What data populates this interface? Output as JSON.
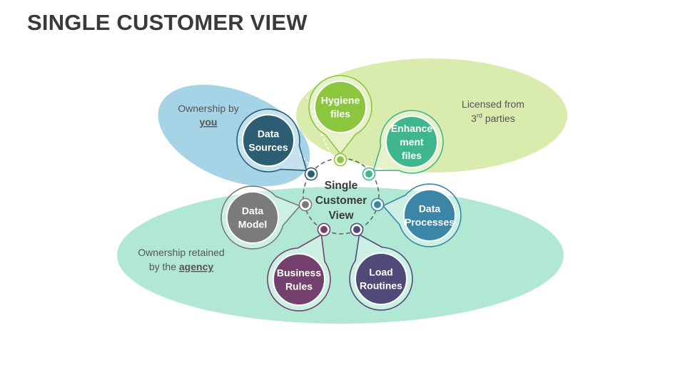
{
  "title": "SINGLE CUSTOMER VIEW",
  "center": [
    "Single",
    "Customer",
    "View"
  ],
  "regions": {
    "you": {
      "line1": "Ownership by",
      "line2": "you"
    },
    "licensed": {
      "line1": "Licensed from",
      "line2_num": "3",
      "line2_sup": "rd",
      "line2_rest": " parties"
    },
    "agency": {
      "line1": "Ownership retained",
      "line2_pre": "by the ",
      "line2_em": "agency"
    }
  },
  "nodes": [
    {
      "name": "data-sources",
      "lines": [
        "Data",
        "Sources"
      ],
      "color": "#2c5d72"
    },
    {
      "name": "hygiene-files",
      "lines": [
        "Hygiene",
        "files"
      ],
      "color": "#8cc63f"
    },
    {
      "name": "enhancement-files",
      "lines": [
        "Enhance",
        "ment",
        "files"
      ],
      "color": "#3fb68e"
    },
    {
      "name": "data-processes",
      "lines": [
        "Data",
        "Processes"
      ],
      "color": "#3b86a6"
    },
    {
      "name": "load-routines",
      "lines": [
        "Load",
        "Routines"
      ],
      "color": "#4f4a78"
    },
    {
      "name": "business-rules",
      "lines": [
        "Business",
        "Rules"
      ],
      "color": "#74406e"
    },
    {
      "name": "data-model",
      "lines": [
        "Data",
        "Model"
      ],
      "color": "#7b7b7b"
    }
  ]
}
